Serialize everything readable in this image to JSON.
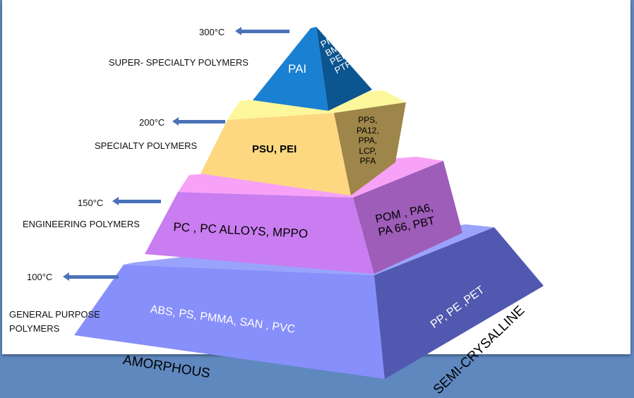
{
  "tiers": [
    {
      "name": "SUPER- SPECIALTY POLYMERS",
      "temperature": "300°C",
      "amorphous": "PAI",
      "semi_crystalline": [
        "PI",
        "BMI",
        "PEEK",
        "PTFE"
      ]
    },
    {
      "name": "SPECIALTY POLYMERS",
      "temperature": "200°C",
      "amorphous": "PSU,  PEI",
      "semi_crystalline": [
        "PPS,",
        "PA12,",
        "PPA,",
        "LCP,",
        "PFA"
      ]
    },
    {
      "name": "ENGINEERING POLYMERS",
      "temperature": "150°C",
      "amorphous": "PC , PC ALLOYS, MPPO",
      "semi_crystalline": [
        "POM , PA6,",
        "PA 66, PBT"
      ]
    },
    {
      "name_lines": [
        "GENERAL PURPOSE",
        "POLYMERS"
      ],
      "temperature": "100°C",
      "amorphous": "ABS, PS, PMMA, SAN ,  PVC",
      "semi_crystalline": "PP, PE ,PET"
    }
  ],
  "axes": {
    "left": "AMORPHOUS",
    "right": "SEMI-CRYSALLINE"
  },
  "colors": {
    "background": "#5f88bf",
    "arrow": "#4a72b8"
  }
}
